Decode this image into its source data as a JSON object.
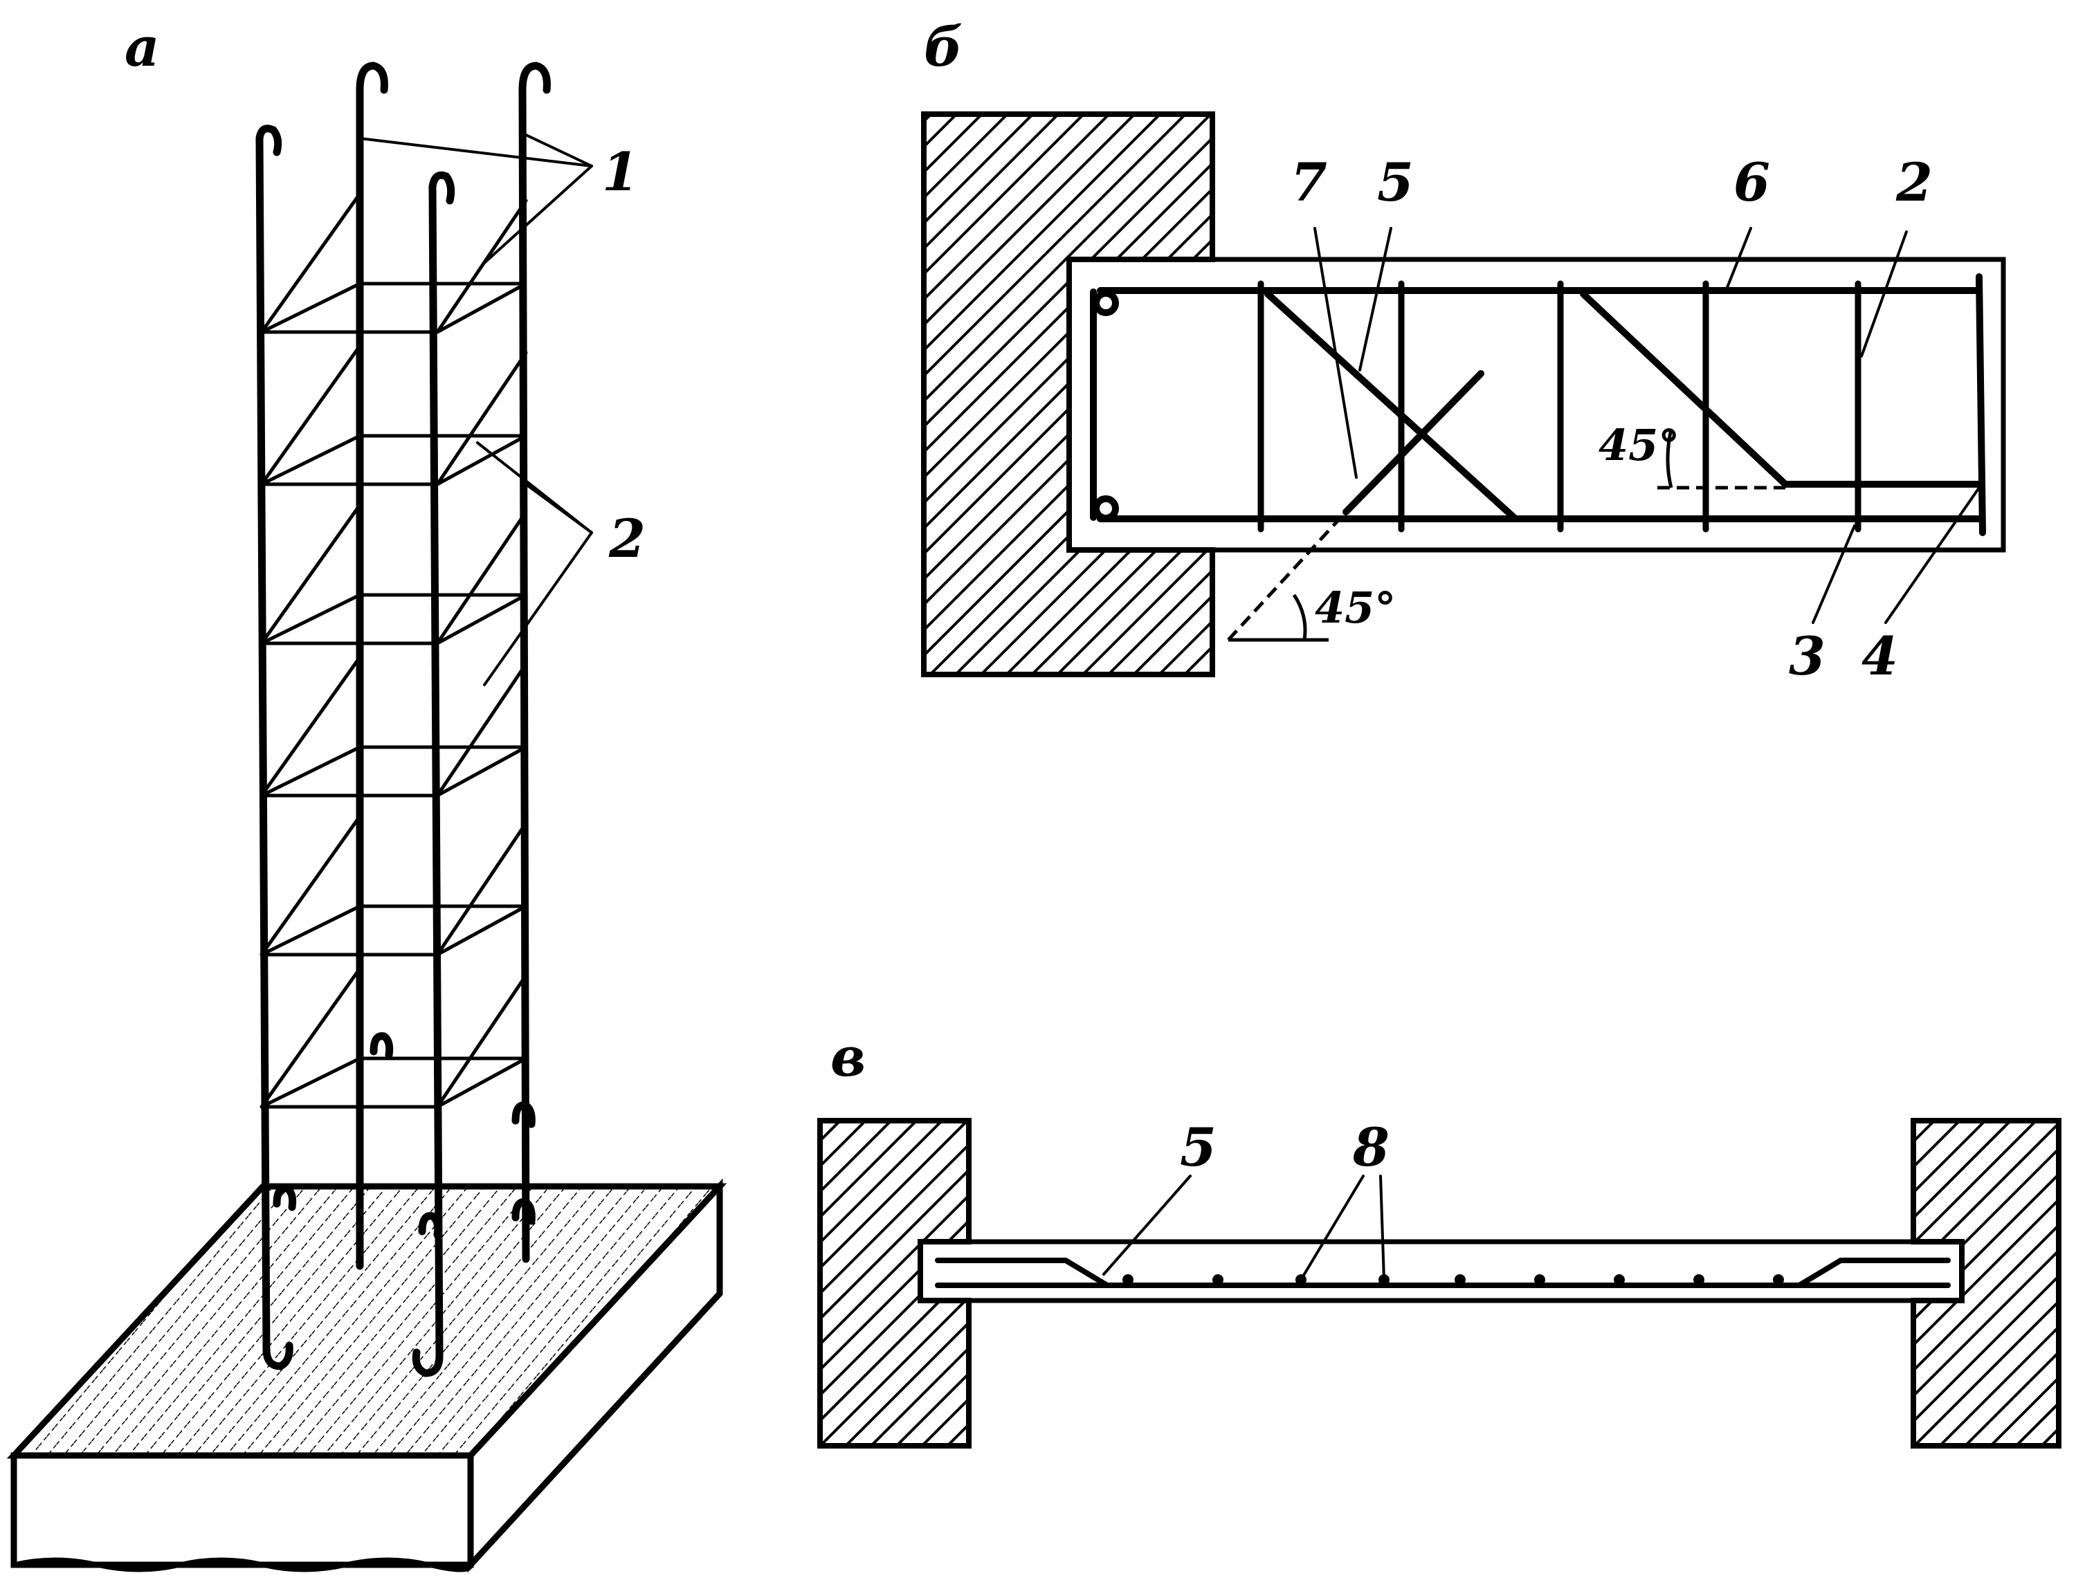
{
  "panels": {
    "a": {
      "label": "а"
    },
    "b": {
      "label": "б"
    },
    "v": {
      "label": "в"
    }
  },
  "callouts": {
    "a1": "1",
    "a2": "2",
    "b7": "7",
    "b5": "5",
    "b6": "6",
    "b2": "2",
    "b3": "3",
    "b4": "4",
    "v5": "5",
    "v8": "8"
  },
  "angles": {
    "bent_bar": "45°",
    "support": "45°"
  },
  "colors": {
    "ink": "#000000",
    "paper": "#ffffff"
  }
}
